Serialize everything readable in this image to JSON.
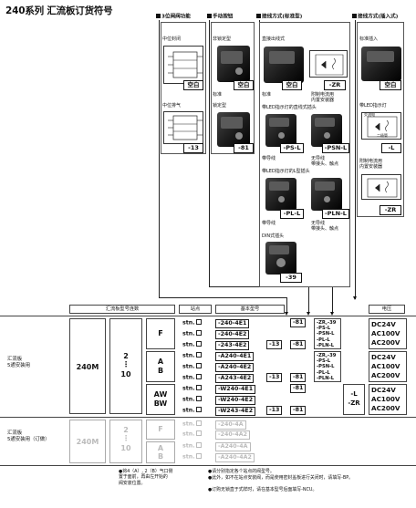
{
  "title": "240系列 汇流板订货符号",
  "headers": {
    "three_position": "3位阀阀功能",
    "manual": "手动按钮",
    "wiring_standard": "接线方式(标准型)",
    "wiring_plugin": "接线方式(插入式)"
  },
  "three_position": {
    "closed_label": "中位封闭",
    "closed_tag": "空白",
    "exhaust_label": "中位排气",
    "exhaust_tag": "-13"
  },
  "manual": {
    "non_locking_label": "非锁定型",
    "non_locking_tag": "空白",
    "standard_label": "标准",
    "locking_label": "锁定型",
    "locking_tag": "-81"
  },
  "wiring_standard": {
    "direct_label": "直接出线式",
    "direct_tag": "空白",
    "standard_label": "标准",
    "zr_tag": "-ZR",
    "surge_label": "附制电流用\n内置安装器",
    "led_label": "带LED指示灯的直线式插头",
    "ps_l_tag": "-PS-L",
    "psn_l_tag": "-PSN-L",
    "with_light": "带导线",
    "no_light": "无导线\n带接头、触点",
    "led_l_label": "带LED指示灯的L型插头",
    "pl_l_tag": "-PL-L",
    "pln_l_tag": "-PLN-L",
    "with_light_2": "带导线",
    "no_light_2": "无导线\n带接头、触点",
    "din_label": "DIN式插头",
    "din_tag": "-39"
  },
  "wiring_plugin": {
    "std_label": "标准插入",
    "std_tag": "空白",
    "led_label": "带LED指示灯",
    "l_tag": "-L",
    "surge_label": "附制电流用\n内置安装器",
    "zr_tag": "-ZR",
    "schem_label_1": "交流电",
    "schem_label_2": "二极管"
  },
  "table": {
    "header_manifold": "汇流板型号连数",
    "header_station": "站点",
    "header_basic": "基本型号",
    "header_voltage": "电压",
    "row1_label": "汇流板\n5通安装用",
    "row2_label": "汇流板\n5通安装用（订做）",
    "model_main": "240M",
    "model_dim": "240M",
    "count_top": "2",
    "count_dots": "⋮",
    "count_bottom": "10",
    "groups": [
      {
        "label": "F",
        "items": [
          "-240-4E1",
          "-240-4E2",
          "-243-4E2"
        ]
      },
      {
        "label": "A\nB",
        "items": [
          "-A240-4E1",
          "-A240-4E2",
          "-A243-4E2"
        ]
      },
      {
        "label": "AW\nBW",
        "items": [
          "-W240-4E1",
          "-W240-4E2",
          "-W243-4E2"
        ]
      }
    ],
    "groups_dim": [
      {
        "label": "F",
        "items": [
          "-240-4A",
          "-240-4A2"
        ]
      },
      {
        "label": "A\nB",
        "items": [
          "-A240-4A",
          "-A240-4A2"
        ]
      }
    ],
    "stn": "stn.",
    "opt_13": "-13",
    "opt_81": "-81",
    "wiring_list_1": "-ZR,-39\n-PS-L\n-PSN-L\n-PL-L\n-PLN-L",
    "wiring_list_2": "-ZR,-39\n-PS-L\n-PSN-L\n-PL-L\n-PLN-L",
    "plugin_list": "-L\n-ZR",
    "voltages": [
      "DC24V",
      "AC100V",
      "AC200V"
    ]
  },
  "notes": {
    "left": "●将4（A）, 2（B）气口侧\n置于面前，再由左开始的\n阀安装位置。",
    "right_1": "●请分别指定各个站点的阀型号。",
    "right_2": "●此外，如不在站点安装阀，而是使用密封盖板进行关闭时，请填写-BP。",
    "right_3": "●订购无锁直于式样时，请在基本型号后面填写-NCU。"
  }
}
